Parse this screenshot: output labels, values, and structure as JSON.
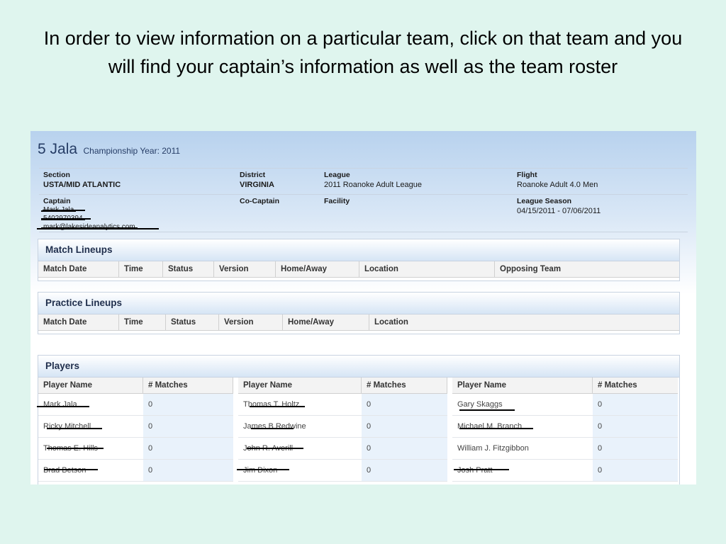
{
  "slide": {
    "title": "In order to view information on a particular team, click on that team and you will find your captain’s information as well as the team roster"
  },
  "team": {
    "name": "5 Jala",
    "championship": "Championship Year: 2011"
  },
  "info": {
    "section": {
      "label": "Section",
      "value": "USTA/MID ATLANTIC"
    },
    "district": {
      "label": "District",
      "value": "VIRGINIA"
    },
    "league": {
      "label": "League",
      "value": "2011 Roanoke Adult League"
    },
    "flight": {
      "label": "Flight",
      "value": "Roanoke Adult 4.0 Men"
    },
    "captain": {
      "label": "Captain",
      "name": "Mark Jala",
      "phone": "5402970394",
      "email": "mark@lakesideanalytics.com"
    },
    "co_captain": {
      "label": "Co-Captain"
    },
    "facility": {
      "label": "Facility"
    },
    "league_season": {
      "label": "League Season",
      "value": "04/15/2011 - 07/06/2011"
    }
  },
  "match_lineups": {
    "title": "Match Lineups",
    "columns": [
      "Match Date",
      "Time",
      "Status",
      "Version",
      "Home/Away",
      "Location",
      "Opposing Team"
    ]
  },
  "practice_lineups": {
    "title": "Practice Lineups",
    "columns": [
      "Match Date",
      "Time",
      "Status",
      "Version",
      "Home/Away",
      "Location"
    ]
  },
  "players": {
    "title": "Players",
    "col_name": "Player Name",
    "col_matches": "# Matches",
    "groups": [
      [
        {
          "name": "Mark Jala",
          "matches": "0"
        },
        {
          "name": "Ricky Mitchell",
          "matches": "0"
        },
        {
          "name": "Thomas E. Hills",
          "matches": "0"
        },
        {
          "name": "Brad Betson",
          "matches": "0"
        }
      ],
      [
        {
          "name": "Thomas T. Holtz",
          "matches": "0"
        },
        {
          "name": "James B Redwine",
          "matches": "0"
        },
        {
          "name": "John R. Averill",
          "matches": "0"
        },
        {
          "name": "Jim Dixon",
          "matches": "0"
        }
      ],
      [
        {
          "name": "Gary Skaggs",
          "matches": "0"
        },
        {
          "name": "Michael M. Branch",
          "matches": "0"
        },
        {
          "name": "William J. Fitzgibbon",
          "matches": "0"
        },
        {
          "name": "Josh Pratt",
          "matches": "0"
        }
      ]
    ]
  }
}
